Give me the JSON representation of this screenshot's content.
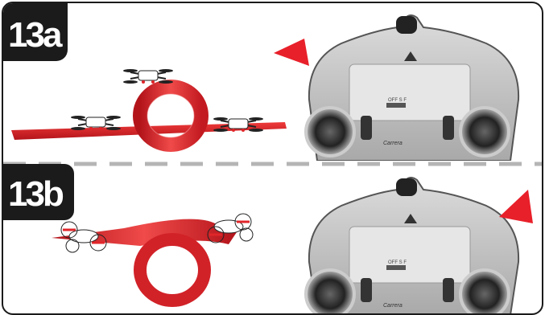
{
  "steps": [
    {
      "label": "13a"
    },
    {
      "label": "13b"
    }
  ],
  "controller": {
    "switch_text": "OFF  S  F",
    "brand_text": "Carrera"
  },
  "colors": {
    "track_red": "#e0262a",
    "track_dark": "#a8141a",
    "arrow_red": "#e8202a",
    "label_bg": "#1b1b1b",
    "divider_gray": "#b5b5b5"
  },
  "icons": [
    "drone-icon",
    "loop-track-icon",
    "controller-icon",
    "arrow-indicator-icon"
  ]
}
